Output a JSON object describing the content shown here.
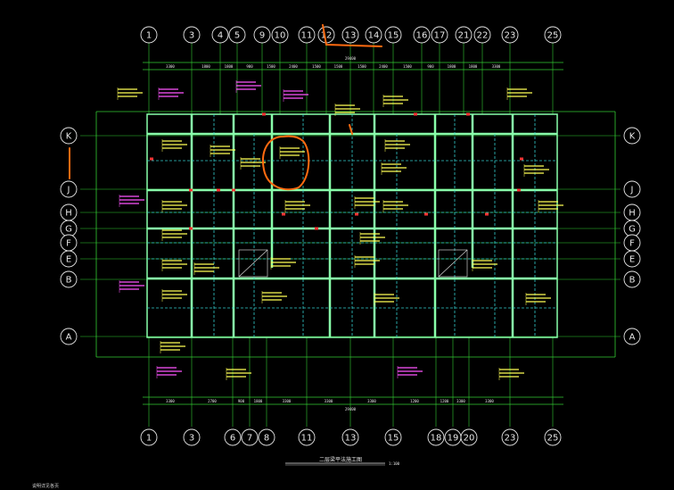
{
  "drawing": {
    "title": "二层梁平法施工图",
    "scale_note": "1:100",
    "corner_note": "说明详见各页",
    "colors": {
      "background": "#000000",
      "grid_line": "#33cc33",
      "bubble": "#e8e8e8",
      "beam": "#33cccc",
      "wall": "#88ffaa",
      "annotation_yellow": "#ffff55",
      "annotation_magenta": "#ff55ff",
      "red_mark": "#ff3333",
      "markup_orange": "#ff6a10"
    }
  },
  "axes": {
    "top": [
      "1",
      "3",
      "4",
      "5",
      "9",
      "10",
      "11",
      "12",
      "13",
      "14",
      "15",
      "16",
      "17",
      "21",
      "22",
      "23",
      "25"
    ],
    "bottom": [
      "1",
      "3",
      "6",
      "7",
      "8",
      "11",
      "13",
      "15",
      "18",
      "19",
      "20",
      "23",
      "25"
    ],
    "left": [
      "K",
      "J",
      "H",
      "G",
      "F",
      "E",
      "B",
      "A"
    ],
    "right": [
      "K",
      "J",
      "H",
      "G",
      "F",
      "E",
      "B",
      "A"
    ]
  },
  "dimensions": {
    "top_segments": [
      "3300",
      "1800",
      "1800",
      "900",
      "1500",
      "2400",
      "1500",
      "1500",
      "1500",
      "2400",
      "1500",
      "900",
      "1800",
      "1800",
      "3300"
    ],
    "top_total": "29400",
    "bottom_segments": [
      "3300",
      "2700",
      "900",
      "1800",
      "3300",
      "3300",
      "3300",
      "1200",
      "1200",
      "3300",
      "3300"
    ],
    "bottom_total": "29400"
  }
}
